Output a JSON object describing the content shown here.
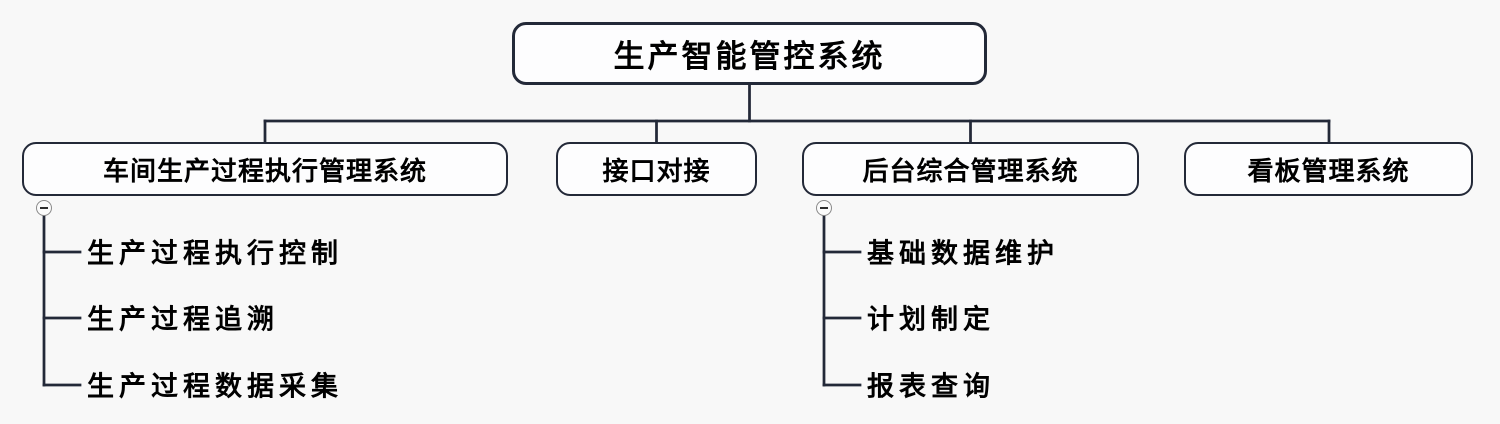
{
  "diagram": {
    "title": "生产智能管控系统",
    "root": {
      "label": "生产智能管控系统"
    },
    "children": [
      {
        "label": "车间生产过程执行管理系统",
        "collapsed": false,
        "leaves": [
          "生产过程执行控制",
          "生产过程追溯",
          "生产过程数据采集"
        ]
      },
      {
        "label": "接口对接",
        "leaves": []
      },
      {
        "label": "后台综合管理系统",
        "collapsed": false,
        "leaves": [
          "基础数据维护",
          "计划制定",
          "报表查询"
        ]
      },
      {
        "label": "看板管理系统",
        "leaves": []
      }
    ],
    "icons": {
      "collapse": "minus-circle-icon"
    },
    "colors": {
      "background": "#f8f8f8",
      "node_fill": "#fdfdfe",
      "node_border": "#232938",
      "connector_line": "#232938",
      "text": "#000000",
      "collapse_circle_stroke": "#8a8a8a",
      "collapse_minus": "#2e2e2e"
    }
  }
}
